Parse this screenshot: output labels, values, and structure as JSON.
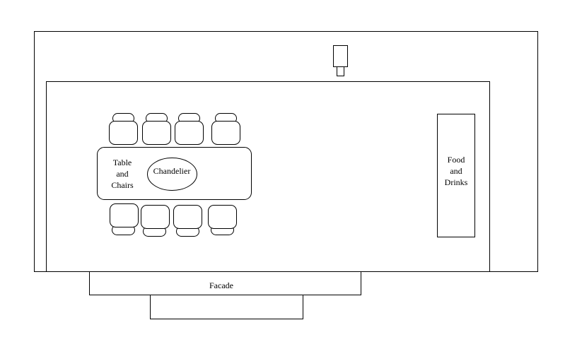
{
  "labels": {
    "table_line1": "Table",
    "table_line2": "and",
    "table_line3": "Chairs",
    "chandelier": "Chandelier",
    "food_line1": "Food",
    "food_line2": "and",
    "food_line3": "Drinks",
    "facade": "Facade"
  },
  "colors": {
    "stroke": "#000000",
    "fill": "#ffffff"
  },
  "chairs": {
    "top_count": 4,
    "bottom_count": 4
  }
}
